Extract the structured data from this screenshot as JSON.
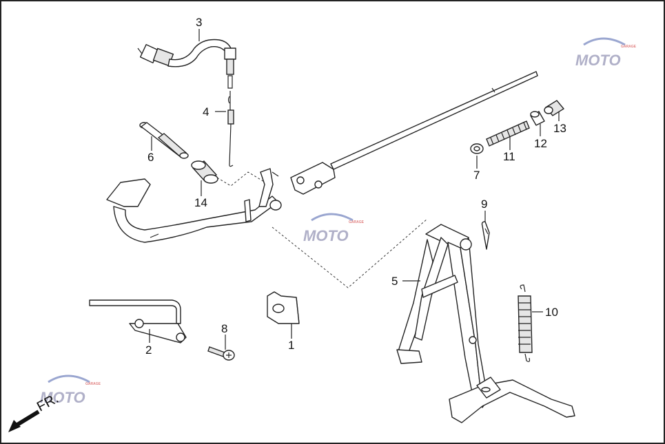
{
  "callouts": [
    {
      "label": "1"
    },
    {
      "label": "2"
    },
    {
      "label": "3"
    },
    {
      "label": "4"
    },
    {
      "label": "5"
    },
    {
      "label": "6"
    },
    {
      "label": "7"
    },
    {
      "label": "8"
    },
    {
      "label": "9"
    },
    {
      "label": "10"
    },
    {
      "label": "11"
    },
    {
      "label": "12"
    },
    {
      "label": "13"
    },
    {
      "label": "14"
    }
  ],
  "direction_label": "FR.",
  "watermark": {
    "text": "MOTO",
    "subtext": "GARAGE",
    "colors": {
      "text": "#b0b0c8",
      "accent": "#e08080",
      "swoosh": "#9aa6d0"
    }
  }
}
